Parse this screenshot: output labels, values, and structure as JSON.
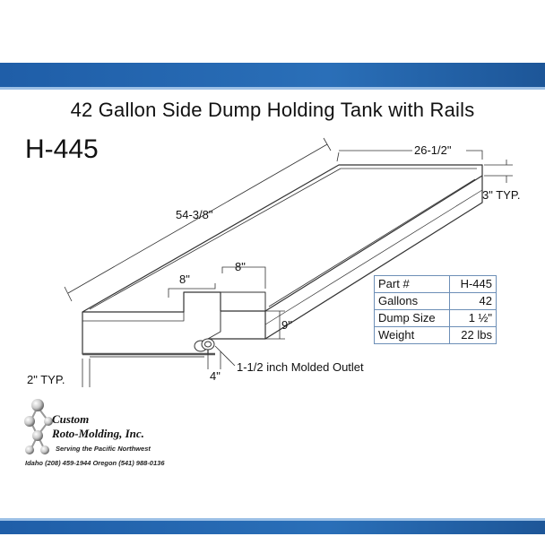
{
  "title": "42 Gallon Side Dump Holding Tank with Rails",
  "model": "H-445",
  "dimensions": {
    "length": "54-3/8\"",
    "width": "26-1/2\"",
    "rail_height": "3\" TYP.",
    "base_rail": "2\" TYP.",
    "notch_left": "8\"",
    "notch_right": "8\"",
    "height": "9\"",
    "outlet_offset": "4\"",
    "outlet_label": "1-1/2 inch Molded Outlet"
  },
  "specs": [
    {
      "label": "Part #",
      "value": "H-445"
    },
    {
      "label": "Gallons",
      "value": "42"
    },
    {
      "label": "Dump Size",
      "value": "1 ½\""
    },
    {
      "label": "Weight",
      "value": "22 lbs"
    }
  ],
  "company": {
    "name_line1": "Custom",
    "name_line2": "Roto-Molding, Inc.",
    "tagline": "Serving the Pacific Northwest",
    "phones": "Idaho (208) 459-1944   Oregon   (541) 988-0136"
  },
  "colors": {
    "band": "#1f5ea8"
  }
}
